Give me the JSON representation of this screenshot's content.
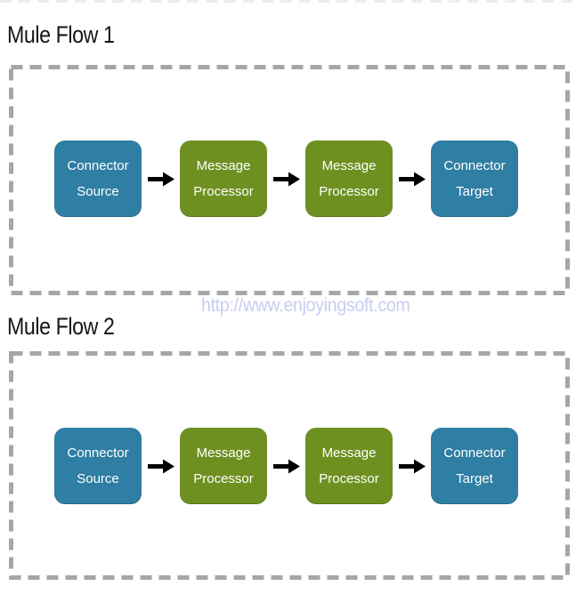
{
  "watermark": {
    "text": "http://www.enjoyingsoft.com",
    "color": "#C7CDF1"
  },
  "colors": {
    "connector_blue": "#2F7EA3",
    "processor_green": "#6E9021",
    "dashed_border_gray": "#A6A6A6",
    "arrow_black": "#000000",
    "title_text": "#161616",
    "node_text": "#FFFFFF"
  },
  "flows": [
    {
      "title": "Mule Flow 1",
      "nodes": [
        {
          "line1": "Connector",
          "line2": "Source",
          "type": "connector"
        },
        {
          "line1": "Message",
          "line2": "Processor",
          "type": "processor"
        },
        {
          "line1": "Message",
          "line2": "Processor",
          "type": "processor"
        },
        {
          "line1": "Connector",
          "line2": "Target",
          "type": "connector"
        }
      ]
    },
    {
      "title": "Mule Flow 2",
      "nodes": [
        {
          "line1": "Connector",
          "line2": "Source",
          "type": "connector"
        },
        {
          "line1": "Message",
          "line2": "Processor",
          "type": "processor"
        },
        {
          "line1": "Message",
          "line2": "Processor",
          "type": "processor"
        },
        {
          "line1": "Connector",
          "line2": "Target",
          "type": "connector"
        }
      ]
    }
  ]
}
